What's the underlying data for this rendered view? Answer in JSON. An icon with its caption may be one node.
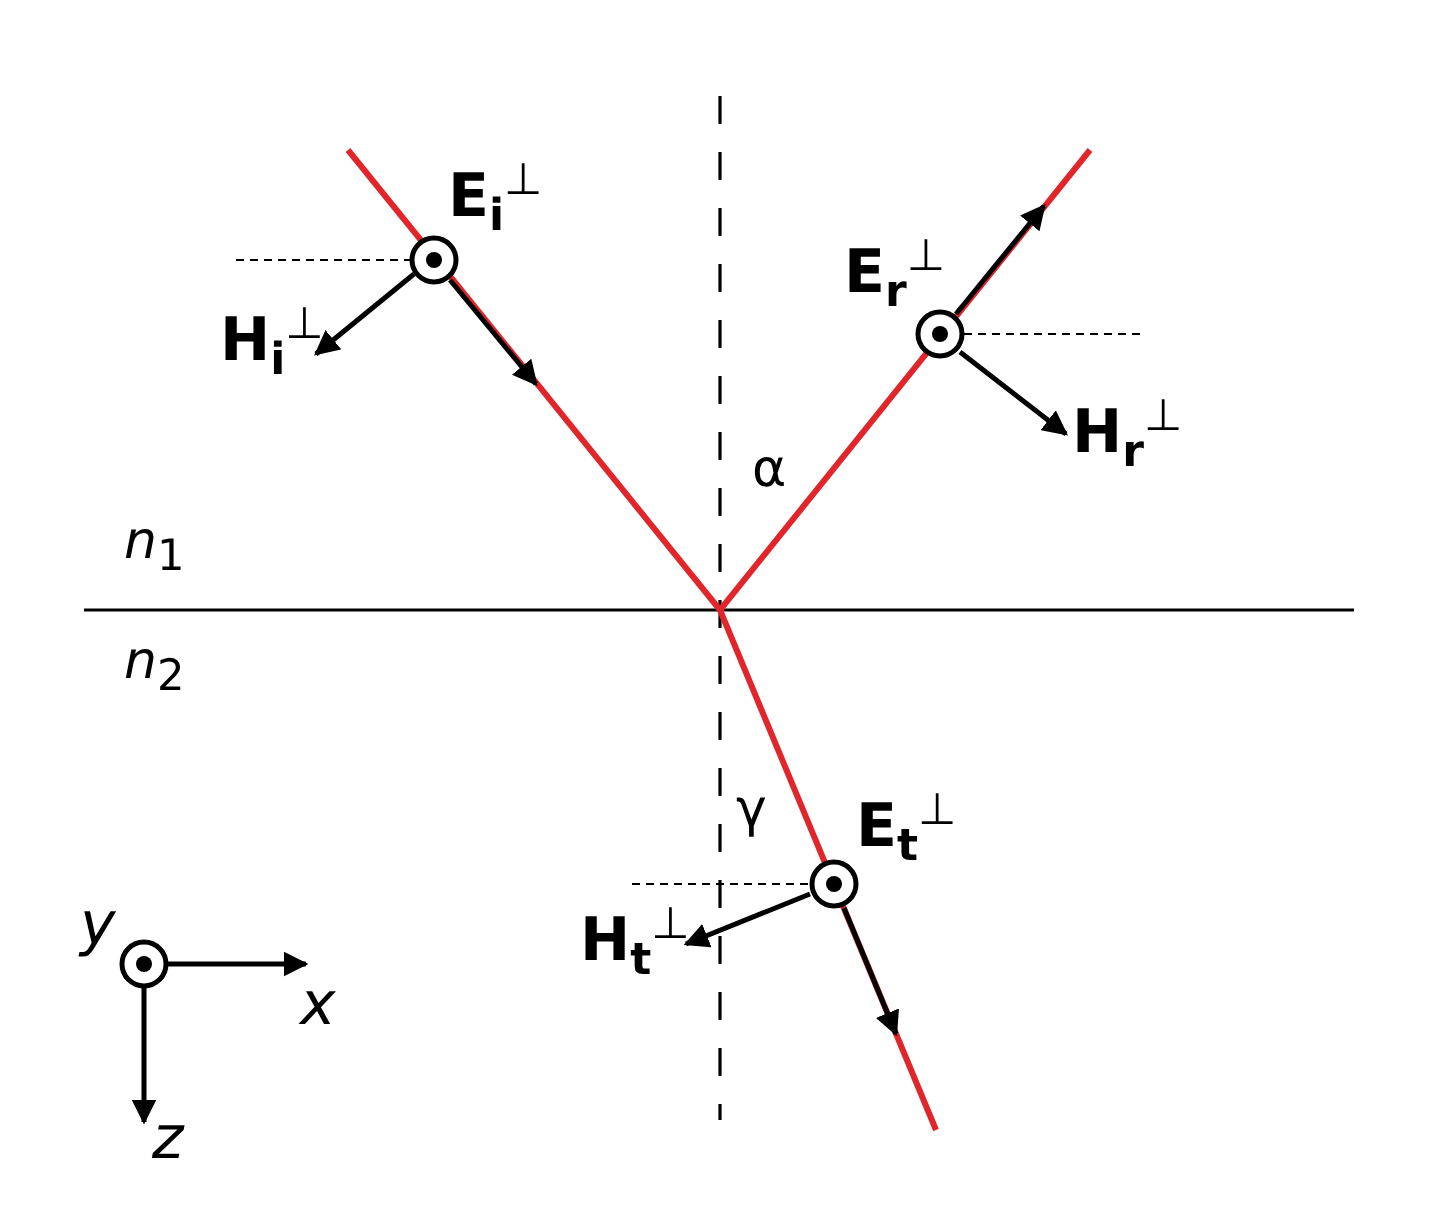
{
  "diagram": {
    "labels": [
      "E$_{i}$$^{⊥}$",
      "H$_{i}$$^{⊥}$",
      "E$_{r}$$^{⊥}$",
      "H$_{r}$$^{⊥}$",
      "α",
      "*n*$_{1}$",
      "*n*$_{2}$",
      "γ",
      "E$_{t}$$^{⊥}$",
      "H$_{t}$$^{⊥}$",
      "y",
      "x",
      "z"
    ]
  }
}
